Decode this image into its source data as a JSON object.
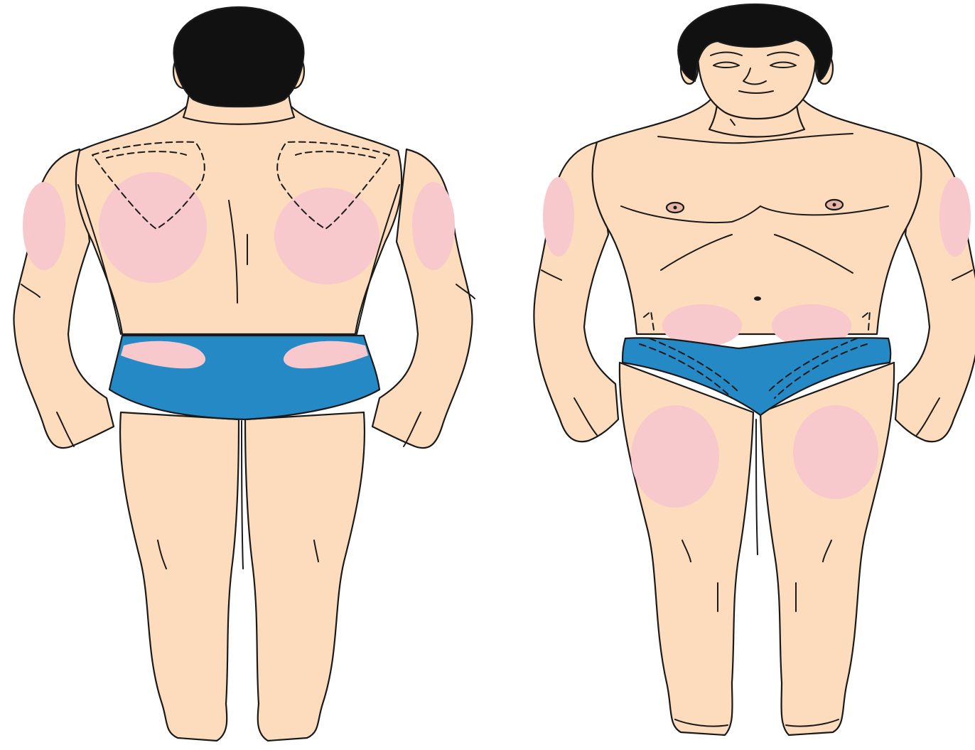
{
  "colors": {
    "skin": "#fcdcbc",
    "hair": "#111111",
    "briefs": "#2589c6",
    "injection_site": "#f7c8cc",
    "outline": "#1a1a1a",
    "background": "#ffffff"
  },
  "figures": [
    {
      "view": "back",
      "marked_regions": [
        "left-upper-arm",
        "right-upper-arm",
        "left-upper-back",
        "right-upper-back",
        "left-buttock",
        "right-buttock"
      ]
    },
    {
      "view": "front",
      "marked_regions": [
        "left-upper-arm",
        "right-upper-arm",
        "left-abdomen",
        "right-abdomen",
        "left-thigh",
        "right-thigh"
      ]
    }
  ]
}
